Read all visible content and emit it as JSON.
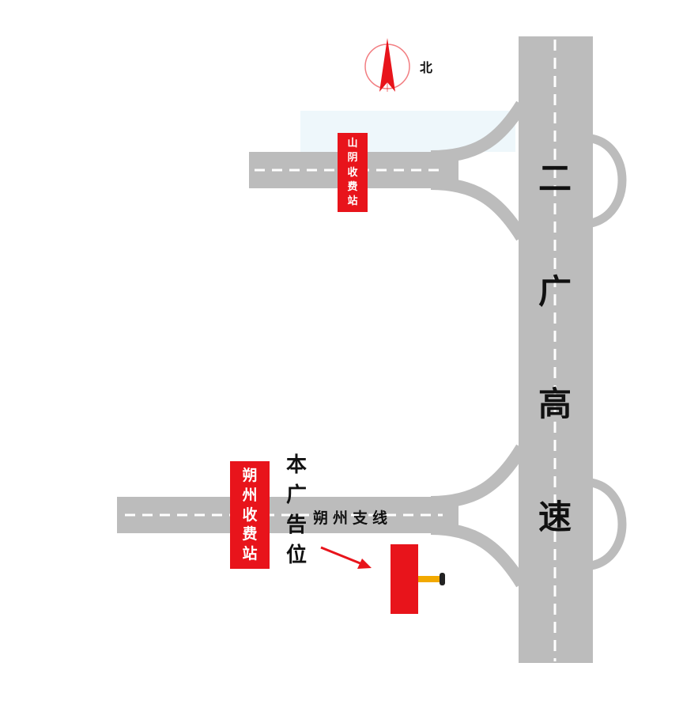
{
  "compass": {
    "label": "北",
    "color": "#e8141b"
  },
  "highway": {
    "chars": [
      "二",
      "广",
      "高",
      "速"
    ],
    "road_color": "#bcbcbc"
  },
  "branch_road": {
    "label": "朔州支线"
  },
  "toll_north": {
    "chars": [
      "山",
      "阴",
      "收",
      "费",
      "站"
    ],
    "color": "#e8141b"
  },
  "toll_south": {
    "chars": [
      "朔",
      "州",
      "收",
      "费",
      "站"
    ],
    "color": "#e8141b"
  },
  "ad_label": {
    "chars": [
      "本",
      "广",
      "告",
      "位"
    ]
  },
  "billboard": {
    "panel_color": "#e8141b",
    "pole_color": "#f2a900",
    "arrow_color": "#e8141b"
  }
}
